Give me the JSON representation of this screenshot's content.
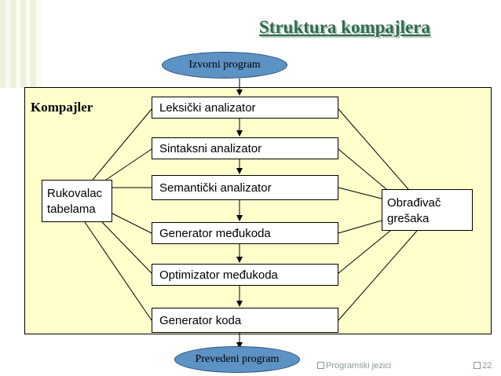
{
  "title": "Struktura kompajlera",
  "source": "Izvorni program",
  "target": "Prevedeni program",
  "compiler_label": "Kompajler",
  "phases": [
    "Leksički analizator",
    "Sintaksni analizator",
    "Semantički analizator",
    "Generator međukoda",
    "Optimizator međukoda",
    "Generator koda"
  ],
  "symbol_table": {
    "line1": "Rukovalac",
    "line2": "tabelama"
  },
  "error_handler": {
    "line1": "Obrađivač",
    "line2": "grešaka"
  },
  "footer": {
    "course": "Programski jezici",
    "page": "22"
  },
  "colors": {
    "title": "#2f6b50",
    "panel": "#ffffcc",
    "ellipse": "#5d92c4"
  }
}
